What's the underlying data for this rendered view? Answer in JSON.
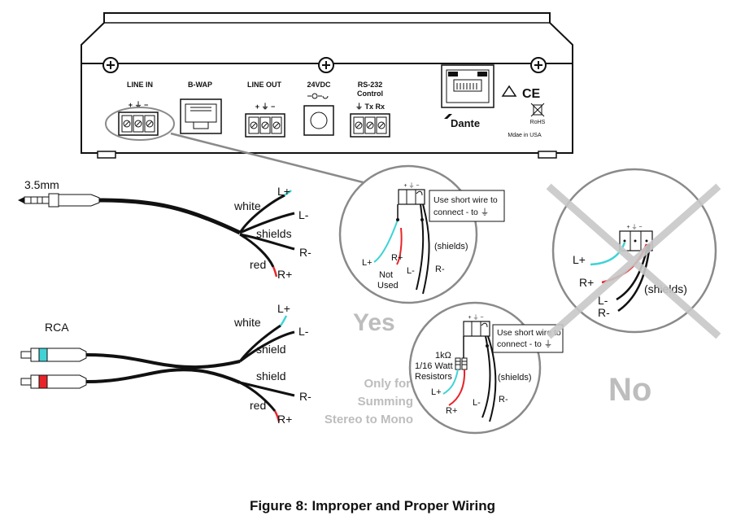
{
  "device": {
    "ports": {
      "line_in": "LINE IN",
      "bwap": "B-WAP",
      "line_out": "LINE OUT",
      "power": "24VDC",
      "rs232": "RS-232",
      "rs232_sub": "Control"
    },
    "line_in_pins": "+ ⏚ −",
    "line_out_pins": "+ ⏚ −",
    "rs232_pins": "⏚ Tx Rx",
    "dante_logo": "Dante",
    "made_in": "Mdae in USA",
    "rohs": "RoHS",
    "ce": "CE"
  },
  "cables": {
    "mini_jack": {
      "label": "3.5mm",
      "wires": {
        "lplus": "L+",
        "white": "white",
        "lminus": "L-",
        "shields": "shields",
        "rminus": "R-",
        "red": "red",
        "rplus": "R+"
      }
    },
    "rca": {
      "label": "RCA",
      "wires": {
        "lplus": "L+",
        "white": "white",
        "lminus": "L-",
        "shield1": "shield",
        "shield2": "shield",
        "rminus": "R-",
        "red": "red",
        "rplus": "R+"
      }
    }
  },
  "detail_yes": {
    "pins": "+ ⏚ −",
    "note": "Use short wire to connect - to ⏚",
    "note_line1": "Use short wire to",
    "note_line2": "connect - to ⏚",
    "lplus": "L+",
    "rplus": "R+",
    "not_used_1": "Not",
    "not_used_2": "Used",
    "lminus": "L-",
    "rminus": "R-",
    "shields": "(shields)",
    "verdict": "Yes"
  },
  "detail_summing": {
    "pins": "+ ⏚ −",
    "note_line1": "Use short wire to",
    "note_line2": "connect - to ⏚",
    "resistor_1": "1kΩ",
    "resistor_2": "1/16 Watt",
    "resistor_3": "Resistors",
    "lplus": "L+",
    "rplus": "R+",
    "lminus": "L-",
    "rminus": "R-",
    "shields": "(shields)",
    "caption_1": "Only for",
    "caption_2": "Summing",
    "caption_3": "Stereo to Mono"
  },
  "detail_no": {
    "pins": "+ ⏚ −",
    "lplus": "L+",
    "rplus": "R+",
    "lminus": "L-",
    "rminus": "R-",
    "shields": "(shields)",
    "verdict": "No"
  },
  "colors": {
    "white_wire": "#3fd3d6",
    "red_wire": "#e8242a",
    "cable": "#111111",
    "grey_label": "#bdbdbd",
    "x_mark": "#c8c8c8",
    "callout": "#8a8a8a"
  },
  "caption": "Figure 8: Improper and Proper Wiring"
}
